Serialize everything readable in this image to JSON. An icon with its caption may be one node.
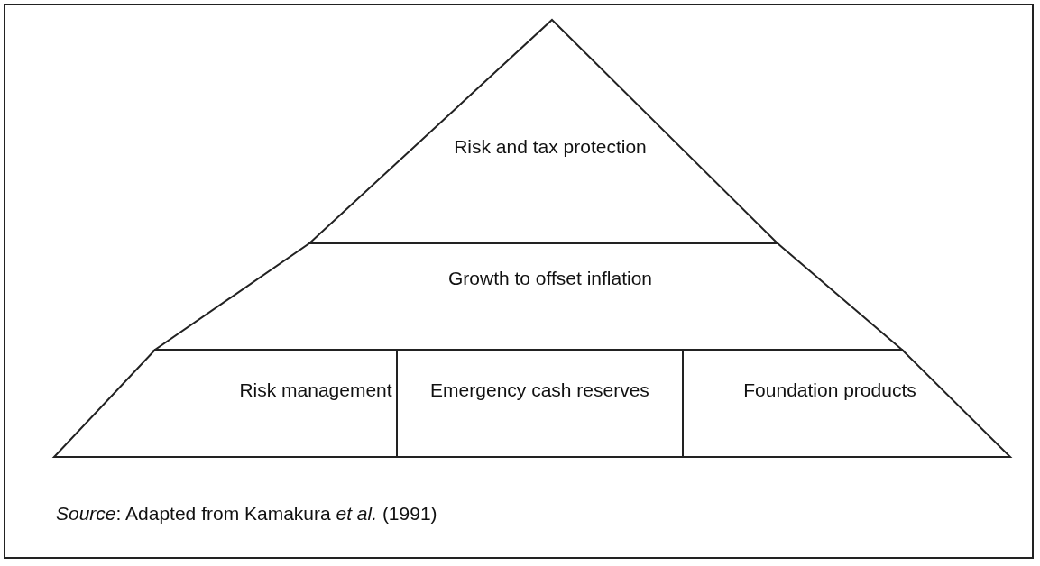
{
  "diagram": {
    "caption": "*Source*: Adapted from Kamakura *et al.* (1991)",
    "nodes": [
      {
        "text": [
          "Risk and tax protection"
        ]
      },
      {
        "text": [
          "Growth to offset inflation"
        ]
      },
      {
        "text": [
          "Risk management"
        ]
      },
      {
        "text": [
          "Emergency cash reserves"
        ]
      },
      {
        "text": [
          "Foundation products"
        ]
      }
    ]
  }
}
